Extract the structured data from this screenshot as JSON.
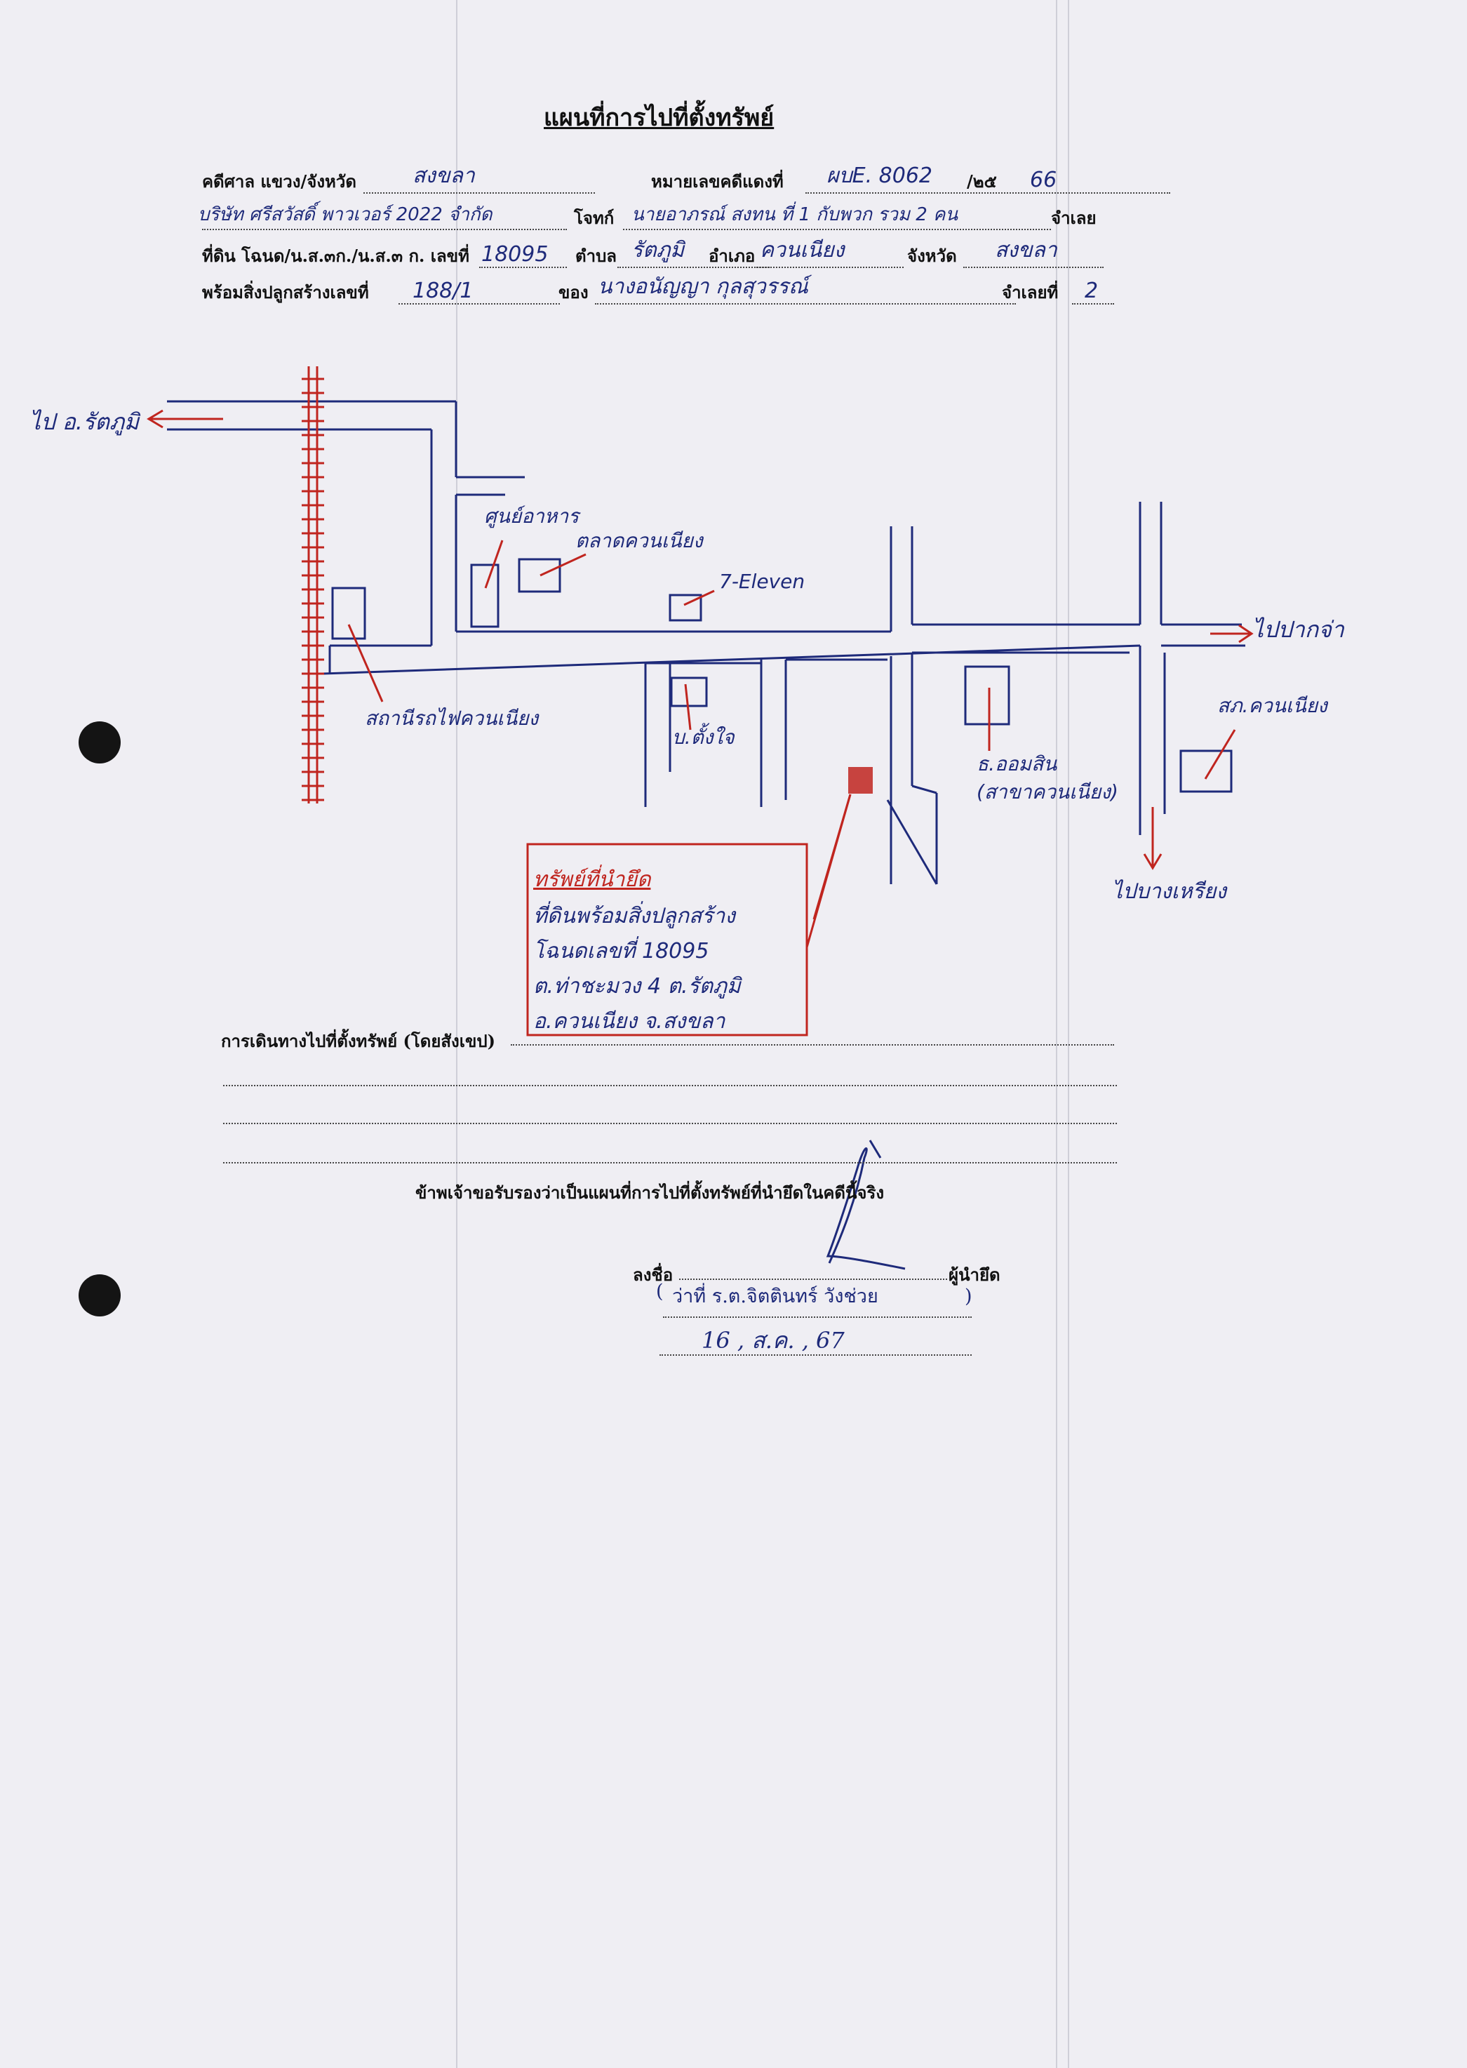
{
  "title": "แผนที่การไปที่ตั้งทรัพย์",
  "form": {
    "court_label": "คดีศาล แขวง/จังหวัด",
    "court_value": "สงขลา",
    "case_no_label": "หมายเลขคดีแดงที่",
    "case_no_value": "ผบE. 8062",
    "year_label": "/๒๕",
    "year_value": "66",
    "plaintiff_value": "บริษัท ศรีสวัสดิ์ พาวเวอร์ 2022 จำกัด",
    "plaintiff_label": "โจทก์",
    "defendant_value": "นายอาภรณ์ สงทน ที่ 1 กับพวก รวม 2 คน",
    "defendant_label": "จำเลย",
    "land_label": "ที่ดิน โฉนด/น.ส.๓ก./น.ส.๓ ก. เลขที่",
    "land_no_value": "18095",
    "subdistrict_label": "ตำบล",
    "subdistrict_value": "รัตภูมิ",
    "district_label": "อำเภอ",
    "district_value": "ควนเนียง",
    "province_label": "จังหวัด",
    "province_value": "สงขลา",
    "building_label": "พร้อมสิ่งปลูกสร้างเลขที่",
    "building_value": "188/1",
    "owner_label": "ของ",
    "owner_value": "นางอนัญญา กุลสุวรรณ์",
    "defendant_no_label": "จำเลยที่",
    "defendant_no_value": "2"
  },
  "map": {
    "to_west": "ไป อ.รัตภูมิ",
    "to_east": "ไปปากจ่า",
    "to_south": "ไปบางเหรียง",
    "food_center": "ศูนย์อาหาร",
    "market": "ตลาดควนเนียง",
    "shop": "7-Eleven",
    "railway_station": "สถานีรถไฟควนเนียง",
    "house_a": "บ.ตั้งใจ",
    "bank": "ธ.ออมสิน",
    "bank_branch": "(สาขาควนเนียง)",
    "office": "สภ.ควนเนียง",
    "property_box": [
      "ทรัพย์ที่นำยึด",
      "ที่ดินพร้อมสิ่งปลูกสร้าง",
      "โฉนดเลขที่ 18095",
      "ต.ท่าชะมวง 4 ต.รัตภูมิ",
      "อ.ควนเนียง จ.สงขลา"
    ]
  },
  "directions_label": "การเดินทางไปที่ตั้งทรัพย์ (โดยสังเขป)",
  "certification": "ข้าพเจ้าขอรับรองว่าเป็นแผนที่การไปที่ตั้งทรัพย์ที่นำยึดในคดีนี้จริง",
  "signature": {
    "sign_label": "ลงชื่อ",
    "role_label": "ผู้นำยึด",
    "name": "ว่าที่ ร.ต.จิตตินทร์  วังช่วย",
    "date": "16 , ส.ค. , 67"
  },
  "colors": {
    "ink_blue": "#1e2a7a",
    "ink_red": "#c0251f",
    "paper": "#efeef3"
  }
}
